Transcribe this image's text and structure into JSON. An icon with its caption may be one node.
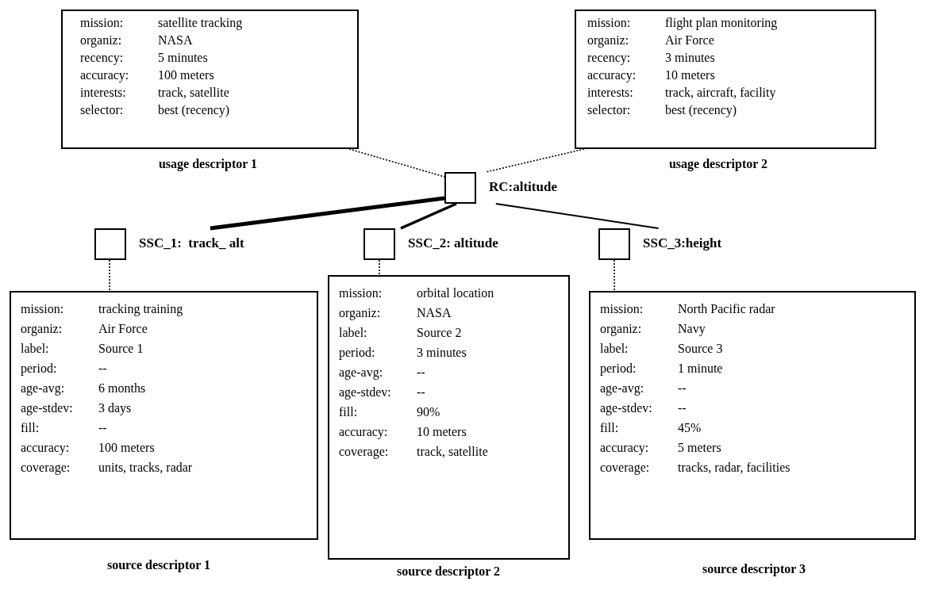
{
  "diagram": {
    "nodes": [
      {
        "text": [
          "mission:",
          "satellite  tracking",
          "organiz:",
          "NASA",
          "recency:",
          "5 minutes",
          "accuracy:",
          "100 meters",
          "interests:",
          "track, satellite",
          "selector:",
          "best (recency)"
        ],
        "beside": [
          "usage descriptor 1"
        ]
      },
      {
        "text": [
          "mission:",
          "flight plan monitoring",
          "organiz:",
          "Air Force",
          "recency:",
          "3 minutes",
          "accuracy:",
          "10 meters",
          "interests:",
          "track, aircraft, facility",
          "selector:",
          "best (recency)"
        ],
        "beside": [
          "usage descriptor 2"
        ]
      },
      {
        "text": [],
        "shape": "box",
        "beside": [
          "RC:altitude"
        ]
      },
      {
        "text": [],
        "shape": "box",
        "beside": [
          "SSC_1:  track_ alt"
        ]
      },
      {
        "text": [],
        "shape": "box",
        "beside": [
          "SSC_2: altitude"
        ]
      },
      {
        "text": [],
        "shape": "box",
        "beside": [
          "SSC_3:height"
        ]
      },
      {
        "text": [
          "mission:",
          "tracking training",
          "organiz:",
          "Air Force",
          "label:",
          "Source 1",
          "period:",
          "--",
          "age-avg:",
          "6 months",
          "age-stdev:",
          "3 days",
          "fill:",
          "--",
          "accuracy:",
          "100 meters",
          "coverage:",
          "units, tracks, radar"
        ],
        "beside": [
          "source descriptor 1"
        ]
      },
      {
        "text": [
          "mission:",
          "orbital location",
          "organiz:",
          "NASA",
          "label:",
          "Source 2",
          "period:",
          "3 minutes",
          "age-avg:",
          "--",
          "age-stdev:",
          "--",
          "fill:",
          "90%",
          "accuracy:",
          "10 meters",
          "coverage:",
          "track, satellite"
        ],
        "beside": [
          "source descriptor 2"
        ]
      },
      {
        "text": [
          "mission:",
          "North Pacific radar",
          "organiz:",
          "Navy",
          "label:",
          "Source 3",
          "period:",
          "1 minute",
          "age-avg:",
          "--",
          "age-stdev:",
          "--",
          "fill:",
          "45%",
          "accuracy:",
          "5 meters",
          "coverage:",
          "tracks, radar, facilities"
        ],
        "beside": [
          "source descriptor 3"
        ]
      }
    ],
    "edges": [
      {
        "from": 0,
        "to": 2,
        "arrow": "none",
        "style": "dashed"
      },
      {
        "from": 1,
        "to": 2,
        "arrow": "none",
        "style": "dashed"
      },
      {
        "from": 2,
        "to": 3,
        "arrow": "none",
        "style": "thick"
      },
      {
        "from": 2,
        "to": 4,
        "arrow": "none",
        "style": "thick"
      },
      {
        "from": 2,
        "to": 5,
        "arrow": "none"
      },
      {
        "from": 3,
        "to": 6,
        "arrow": "none",
        "style": "dashed"
      },
      {
        "from": 4,
        "to": 7,
        "arrow": "none",
        "style": "dashed"
      },
      {
        "from": 5,
        "to": 8,
        "arrow": "none",
        "style": "dashed"
      }
    ]
  }
}
